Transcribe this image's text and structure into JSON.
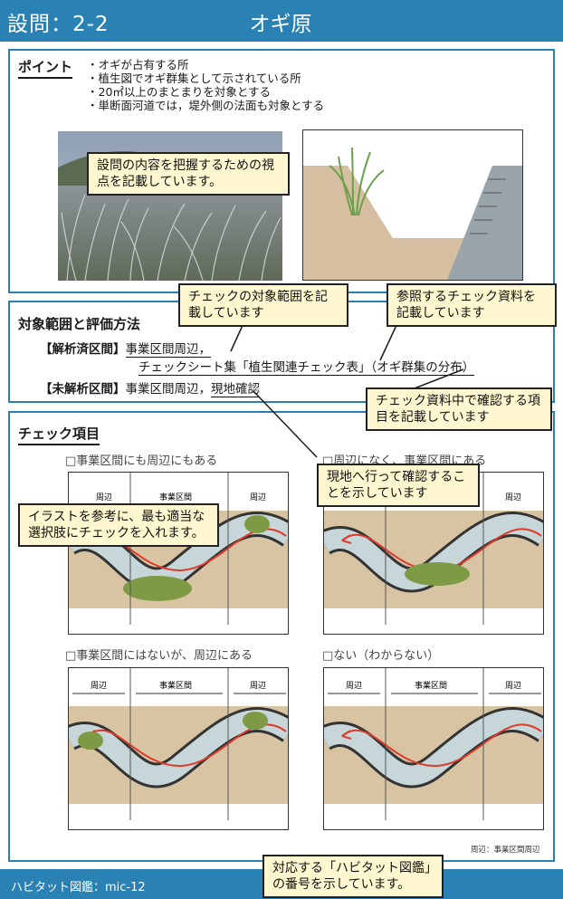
{
  "header": {
    "question_no": "設問：2-2",
    "title": "オギ原"
  },
  "point": {
    "heading": "ポイント",
    "bullets": [
      "オギが占有する所",
      "植生図でオギ群集として示されている所",
      "20㎡以上のまとまりを対象とする",
      "単断面河道では，堤外側の法面も対象とする"
    ],
    "callout": "設問の内容を把握するための視点を記載しています。"
  },
  "scope": {
    "heading": "対象範囲と評価方法",
    "analyzed_label": "【解析済区間】",
    "analyzed_range": "事業区間周辺，",
    "analyzed_sheet": "チェックシート集「植生関連チェック表」",
    "analyzed_item": "（オギ群集の分布）",
    "unanalyzed_label": "【未解析区間】",
    "unanalyzed_range": "事業区間周辺，",
    "unanalyzed_method": "現地確認",
    "callout_range": "チェックの対象範囲を記載しています",
    "callout_material": "参照するチェック資料を記載しています",
    "callout_item": "チェック資料中で確認する項目を記載しています",
    "callout_site": "現地へ行って確認することを示しています"
  },
  "check": {
    "heading": "チェック項目",
    "callout": "イラストを参考に、最も適当な選択肢にチェックを入れます。",
    "options": [
      {
        "label": "□事業区間にも周辺にもある"
      },
      {
        "label": "□周辺になく、事業区間にある"
      },
      {
        "label": "□事業区間にはないが、周辺にある"
      },
      {
        "label": "□ない（わからない）"
      }
    ],
    "zone_labels": {
      "side": "周辺",
      "project": "事業区間"
    },
    "note": "周辺：事業区間周辺"
  },
  "footer": {
    "code": "ハビタット図鑑：mic-12",
    "callout": "対応する「ハビタット図鑑」の番号を示しています。"
  },
  "colors": {
    "accent": "#2a82b4",
    "callout_bg": "#fff7cf",
    "ground": "#d8c3a3",
    "channel": "#c6d6d9",
    "patch": "#7f9a45",
    "flow": "#e03a2a"
  }
}
